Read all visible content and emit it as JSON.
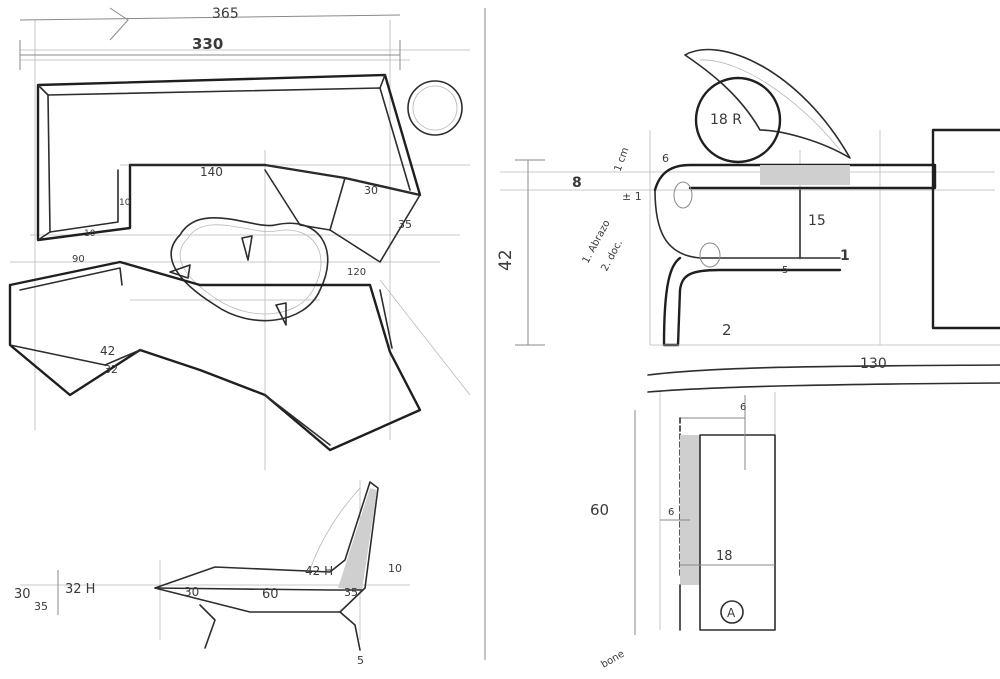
{
  "dimensions": {
    "d365": "365",
    "d330": "330",
    "d140": "140",
    "d30a": "30",
    "d35a": "35",
    "d10a": "10",
    "d10b": "10",
    "d90": "90",
    "d120": "120",
    "d42a": "42",
    "d32a": "32",
    "ratio_top": "30",
    "ratio_bottom": "35",
    "d32h": "32 H",
    "d30b": "30",
    "d60a": "60",
    "d42h": "42 H",
    "d10c": "10",
    "d35b": "35",
    "d5a": "5",
    "d8": "8",
    "d42b": "42",
    "d1cm": "1 cm",
    "d6a": "6",
    "d18r": "18 R",
    "d15": "15",
    "d5b": "5",
    "d1": "1",
    "d2": "2",
    "pm1": "± 1",
    "note_line1": "1. Abrazo",
    "note_line2": "2. doc.",
    "d130": "130",
    "d6b": "6",
    "d60b": "60",
    "d6c": "6",
    "d18": "18",
    "markA": "A",
    "bone": "bone"
  }
}
